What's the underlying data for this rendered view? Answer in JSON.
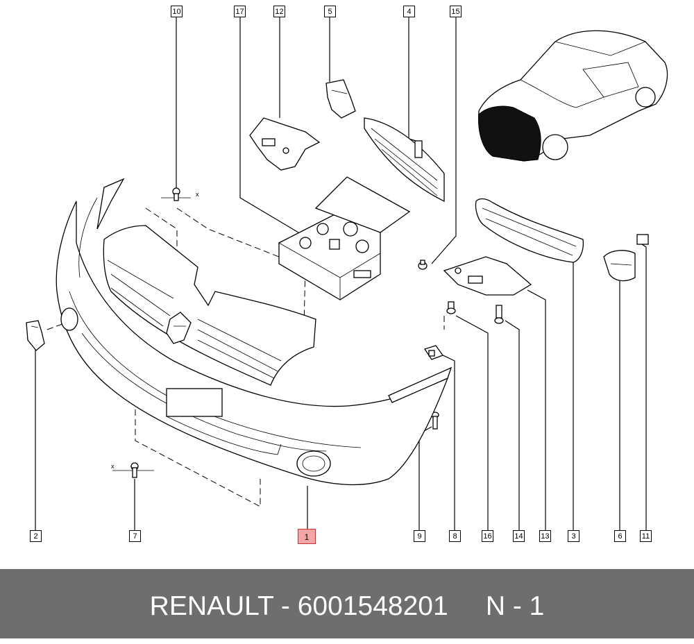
{
  "callouts": {
    "c10": "10",
    "c17": "17",
    "c12": "12",
    "c5": "5",
    "c4": "4",
    "c15": "15",
    "c2": "2",
    "c7": "7",
    "c1": "1",
    "c9": "9",
    "c8": "8",
    "c16": "16",
    "c14": "14",
    "c13": "13",
    "c3": "3",
    "c6": "6",
    "c11": "11"
  },
  "axis_marks": {
    "x1": "x",
    "x2": "x"
  },
  "footer": {
    "text": "RENAULT - 6001548201     N - 1"
  },
  "colors": {
    "footer_bg": "#6e6e6e",
    "highlight": "#f4a6a6"
  }
}
